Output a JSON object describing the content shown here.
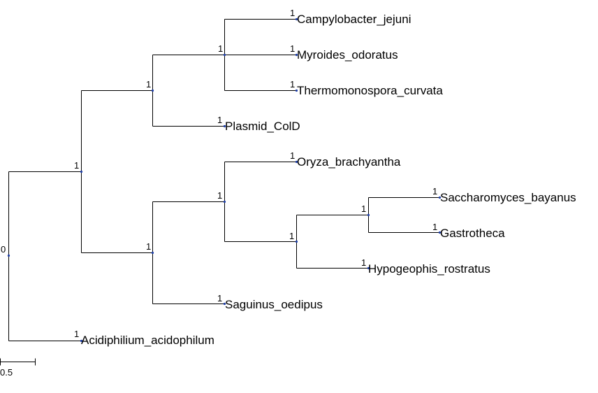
{
  "tree": {
    "root_support": "0",
    "dot_color": "#1f3fa8",
    "leaves": [
      {
        "name": "Campylobacter_jejuni",
        "support": "1"
      },
      {
        "name": "Myroides_odoratus",
        "support": "1"
      },
      {
        "name": "Thermomonospora_curvata",
        "support": "1"
      },
      {
        "name": "Plasmid_ColD",
        "support": "1"
      },
      {
        "name": "Oryza_brachyantha",
        "support": "1"
      },
      {
        "name": "Saccharomyces_bayanus",
        "support": "1"
      },
      {
        "name": "Gastrotheca",
        "support": "1"
      },
      {
        "name": "Hypogeophis_rostratus",
        "support": "1"
      },
      {
        "name": "Saguinus_oedipus",
        "support": "1"
      },
      {
        "name": "Acidiphilium_acidophilum",
        "support": "1"
      }
    ],
    "internal_support": {
      "n_campy_group": "1",
      "n_top_clade": "1",
      "n_big_clade": "1",
      "n_sacch_gastro": "1",
      "n_hypo_group": "1",
      "n_oryza_group": "1",
      "n_bottom_clade": "1"
    },
    "scale_bar": {
      "label": "0.5"
    }
  }
}
